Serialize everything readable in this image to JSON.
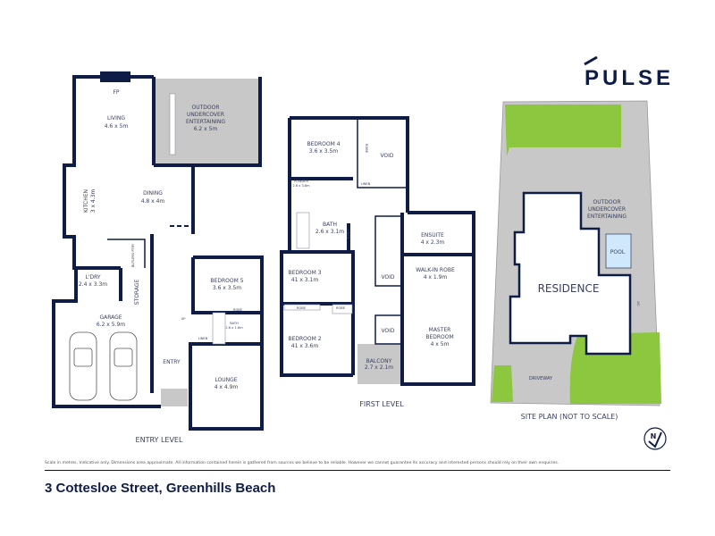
{
  "brand": {
    "name": "PULSE",
    "color": "#0f1c45"
  },
  "colors": {
    "wall": "#0f1c45",
    "outdoor": "#c8c8c8",
    "lawn": "#8dc63f",
    "pool": "#cfe8fb"
  },
  "entry_level": {
    "title": "ENTRY LEVEL",
    "rooms": {
      "fp": "FP",
      "living": {
        "name": "LIVING",
        "size": "4.6 x 5m"
      },
      "outdoor": {
        "l1": "OUTDOOR",
        "l2": "UNDERCOVER",
        "l3": "ENTERTAINING",
        "size": "6.2 x 5m"
      },
      "kitchen": {
        "name": "KITCHEN",
        "size": "3 x 4.3m"
      },
      "dining": {
        "name": "DINING",
        "size": "4.8 x 4m"
      },
      "butlers": "BUTLERS PTRY",
      "laundry": {
        "name": "L'DRY",
        "size": "2.4 x 3.3m"
      },
      "storage": "STORAGE",
      "garage": {
        "name": "GARAGE",
        "size": "6.2 x 5.9m"
      },
      "bedroom5": {
        "name": "BEDROOM 5",
        "size": "3.6 x 3.5m"
      },
      "robe": "ROBE",
      "bath": {
        "name": "BATH",
        "size": "2.6 x 1.6m"
      },
      "linen": "LINEN",
      "entry": "ENTRY",
      "lounge": {
        "name": "LOUNGE",
        "size": "4 x 4.9m"
      },
      "up": "UP"
    }
  },
  "first_level": {
    "title": "FIRST LEVEL",
    "rooms": {
      "bedroom4": {
        "name": "BEDROOM 4",
        "size": "3.6 x 3.5m"
      },
      "robe": "ROBE",
      "void": "VOID",
      "powder": {
        "name": "POWDER",
        "size": "2.6 x 3.8m"
      },
      "linen": "LINEN",
      "bath": {
        "name": "BATH",
        "size": "2.6 x 3.1m"
      },
      "bedroom3": {
        "name": "BEDROOM 3",
        "size": "41 x 3.1m"
      },
      "bedroom2": {
        "name": "BEDROOM 2",
        "size": "41 x 3.6m"
      },
      "balcony": {
        "name": "BALCONY",
        "size": "2.7 x 2.1m"
      },
      "ensuite": {
        "name": "ENSUITE",
        "size": "4 x 2.3m"
      },
      "wir": {
        "name": "WALK-IN ROBE",
        "size": "4 x 1.9m"
      },
      "master": {
        "l1": "MASTER",
        "l2": "BEDROOM",
        "size": "4 x 5m"
      }
    }
  },
  "site_plan": {
    "title": "SITE PLAN (NOT TO SCALE)",
    "outdoor": {
      "l1": "OUTDOOR",
      "l2": "UNDERCOVER",
      "l3": "ENTERTAINING"
    },
    "pool": "POOL",
    "residence": "RESIDENCE",
    "driveway": "DRIVEWAY",
    "ac": "AC",
    "north": "N"
  },
  "footer": {
    "disclaimer": "Scale in metres. Indicative only. Dimensions area approximate. All information contained herein is gathered from sources we believe to be reliable. However we cannot guarantee its accuracy and interested persons should rely on their own enquiries.",
    "address": "3 Cottesloe Street, Greenhills Beach"
  }
}
